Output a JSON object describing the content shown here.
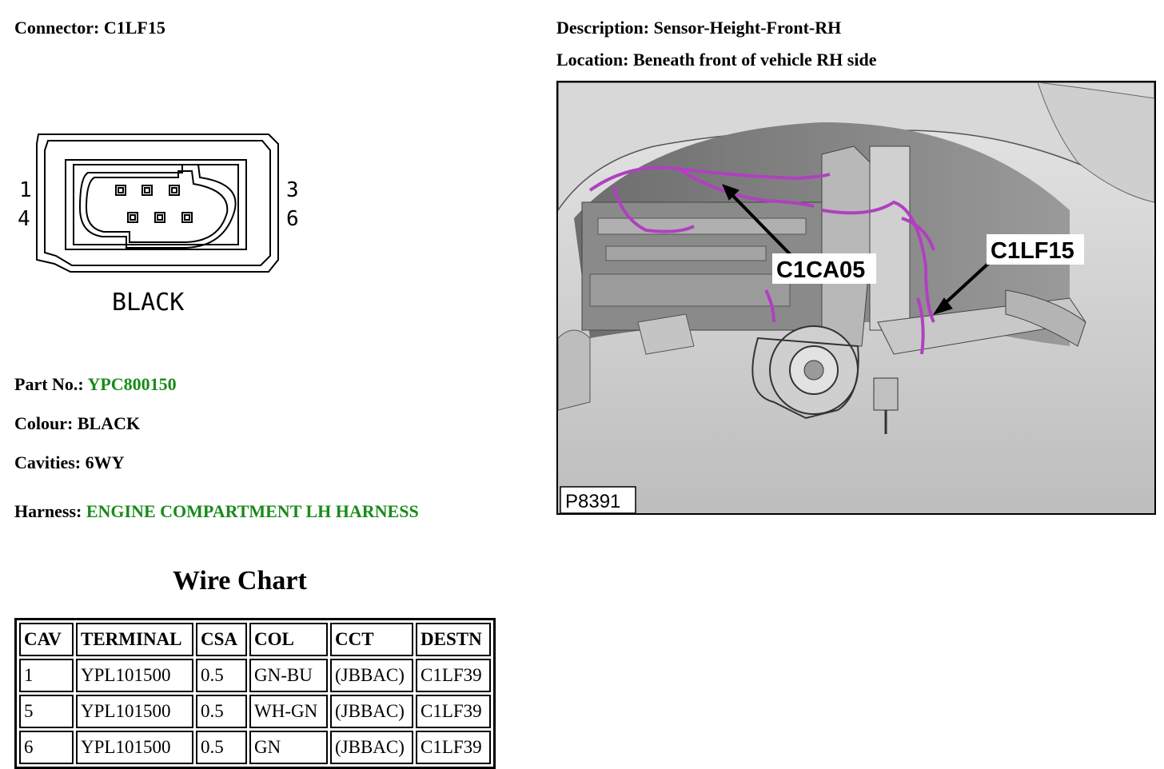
{
  "header": {
    "connector_label": "Connector:",
    "connector_value": "C1LF15",
    "description_label": "Description:",
    "description_value": "Sensor-Height-Front-RH",
    "location_label": "Location:",
    "location_value": "Beneath front of vehicle RH side"
  },
  "connector_diagram": {
    "pin_labels": {
      "top_left": "1",
      "bottom_left": "4",
      "top_right": "3",
      "bottom_right": "6"
    },
    "colour_caption": "BLACK"
  },
  "details": {
    "part_label": "Part No.:",
    "part_value": "YPC800150",
    "colour_label": "Colour:",
    "colour_value": "BLACK",
    "cavities_label": "Cavities:",
    "cavities_value": "6WY",
    "harness_label": "Harness:",
    "harness_value": "ENGINE COMPARTMENT LH HARNESS"
  },
  "photo": {
    "callout_1": "C1CA05",
    "callout_2": "C1LF15",
    "figure_id": "P8391"
  },
  "wire_chart": {
    "title": "Wire Chart",
    "headers": [
      "CAV",
      "TERMINAL",
      "CSA",
      "COL",
      "CCT",
      "DESTN"
    ],
    "rows": [
      [
        "1",
        "YPL101500",
        "0.5",
        "GN-BU",
        "(JBBAC)",
        "C1LF39"
      ],
      [
        "5",
        "YPL101500",
        "0.5",
        "WH-GN",
        "(JBBAC)",
        "C1LF39"
      ],
      [
        "6",
        "YPL101500",
        "0.5",
        "GN",
        "(JBBAC)",
        "C1LF39"
      ]
    ]
  },
  "colors": {
    "green_value": "#1a8a1a",
    "wire_purple": "#b040c0"
  }
}
